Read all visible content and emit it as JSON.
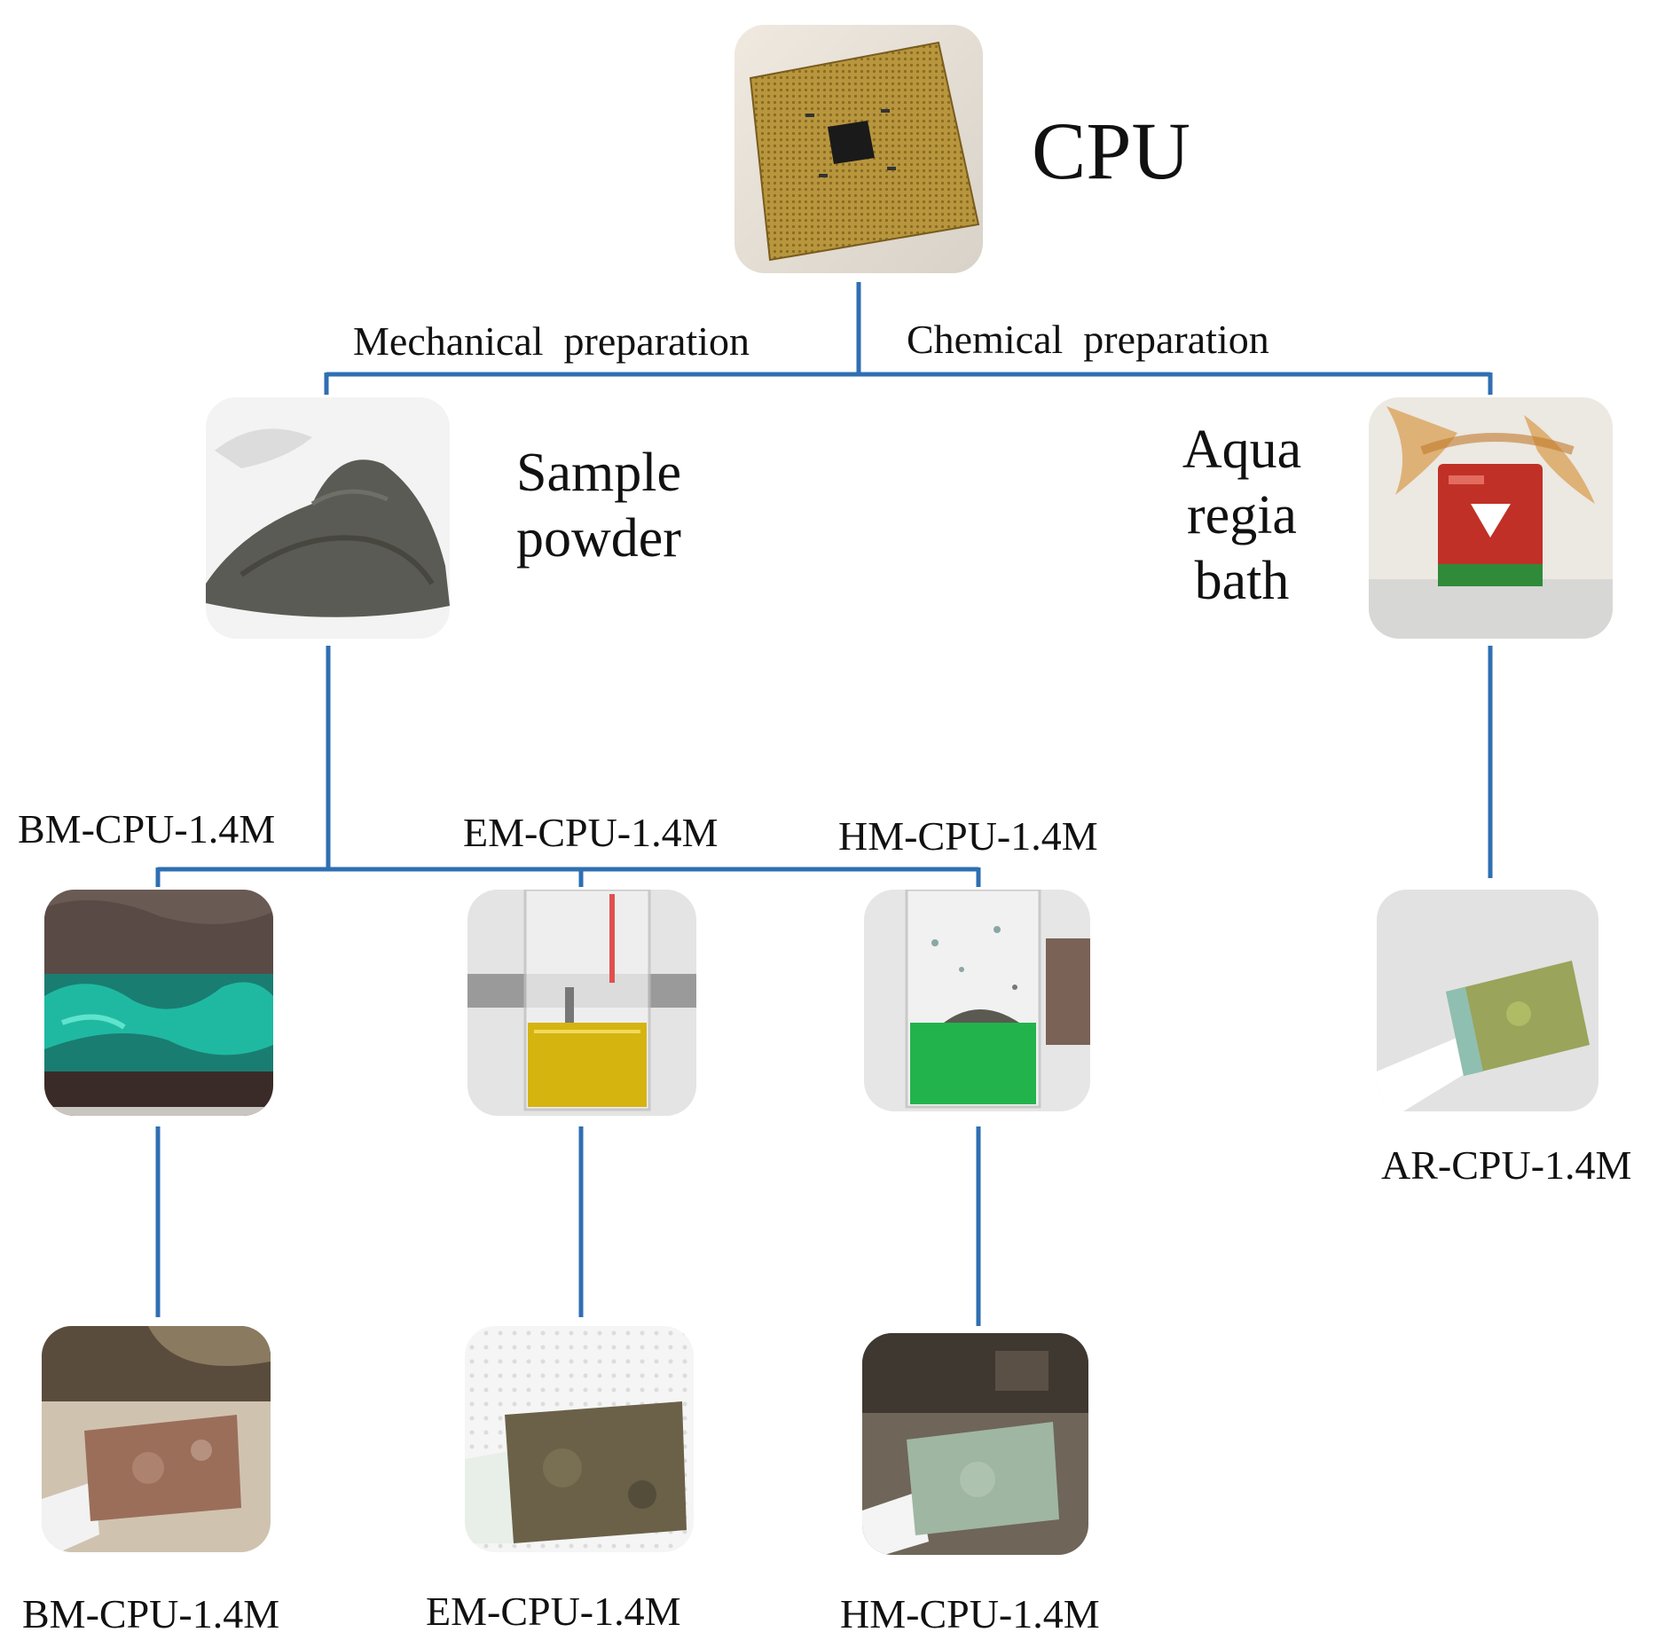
{
  "diagram": {
    "root": {
      "label": "CPU"
    },
    "branches": {
      "mechanical": "Mechanical  preparation",
      "chemical": "Chemical  preparation"
    },
    "intermediate": {
      "powder": {
        "line1": "Sample",
        "line2": "powder"
      },
      "aqua": {
        "line1": "Aqua",
        "line2": "regia",
        "line3": "bath"
      }
    },
    "solutions": [
      {
        "label": "BM-CPU-1.4M"
      },
      {
        "label": "EM-CPU-1.4M"
      },
      {
        "label": "HM-CPU-1.4M"
      }
    ],
    "products": [
      {
        "label": "BM-CPU-1.4M"
      },
      {
        "label": "EM-CPU-1.4M"
      },
      {
        "label": "HM-CPU-1.4M"
      },
      {
        "label": "AR-CPU-1.4M"
      }
    ],
    "colors": {
      "connector": "#2f6fb2",
      "cpu_gold": "#b8963e",
      "powder": "#5b5b55",
      "aqua_beaker": "#c03026",
      "solution_teal": "#1fb9a1",
      "solution_yellow": "#d5b410",
      "solution_green": "#22b34c"
    }
  }
}
